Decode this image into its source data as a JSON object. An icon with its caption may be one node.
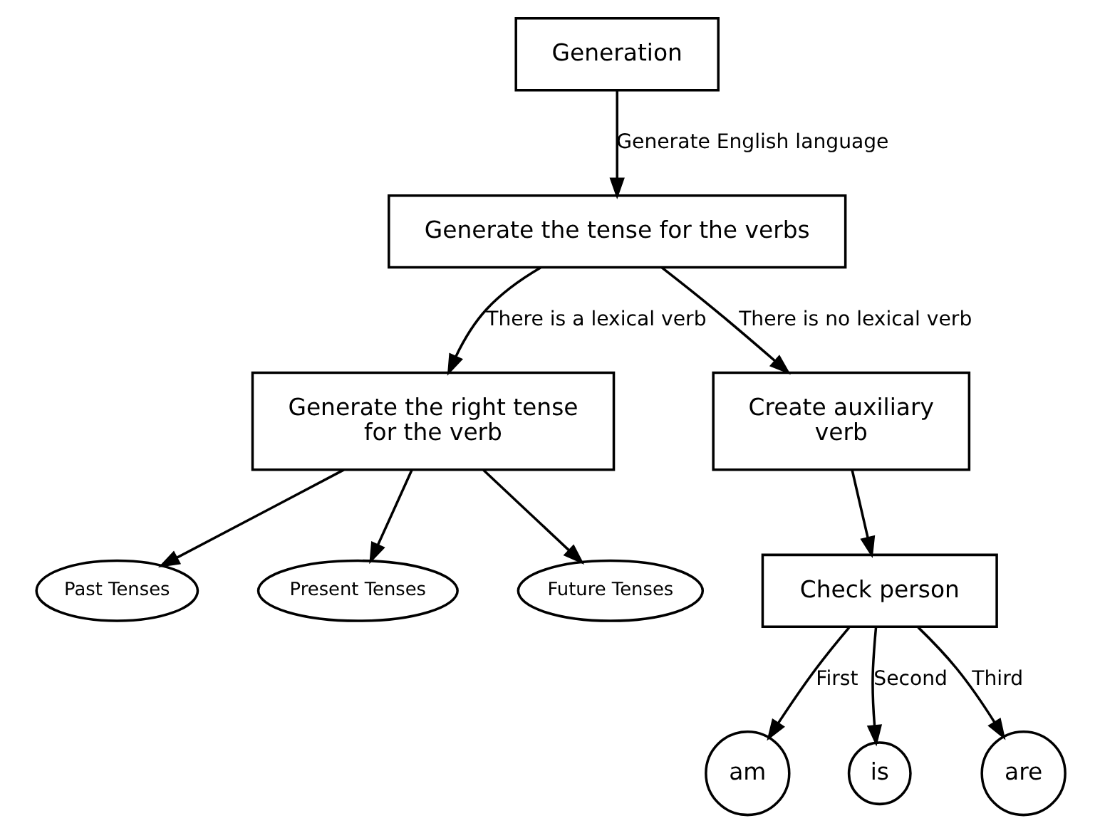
{
  "diagram": {
    "nodes": [
      {
        "text": [
          "Generation"
        ]
      },
      {
        "text": [
          "Generate the tense for the verbs"
        ]
      },
      {
        "text": [
          "Generate the right tense for the verb"
        ]
      },
      {
        "text": [
          "Create auxiliary verb"
        ]
      },
      {
        "text": [
          "Past Tenses"
        ]
      },
      {
        "text": [
          "Present Tenses"
        ]
      },
      {
        "text": [
          "Future Tenses"
        ]
      },
      {
        "text": [
          "Check person"
        ]
      },
      {
        "text": [
          "am"
        ]
      },
      {
        "text": [
          "is"
        ]
      },
      {
        "text": [
          "are"
        ]
      }
    ],
    "edges": [
      {
        "from": 0,
        "to": 1,
        "arrow": "to",
        "label": "Generate English language"
      },
      {
        "from": 1,
        "to": 2,
        "arrow": "to",
        "label": "There is a lexical verb"
      },
      {
        "from": 1,
        "to": 3,
        "arrow": "to",
        "label": "There is no lexical verb"
      },
      {
        "from": 2,
        "to": 4,
        "arrow": "to"
      },
      {
        "from": 2,
        "to": 5,
        "arrow": "to"
      },
      {
        "from": 2,
        "to": 6,
        "arrow": "to"
      },
      {
        "from": 3,
        "to": 7,
        "arrow": "to"
      },
      {
        "from": 7,
        "to": 8,
        "arrow": "to",
        "label": "First"
      },
      {
        "from": 7,
        "to": 9,
        "arrow": "to",
        "label": "Second"
      },
      {
        "from": 7,
        "to": 10,
        "arrow": "to",
        "label": "Third"
      }
    ]
  }
}
